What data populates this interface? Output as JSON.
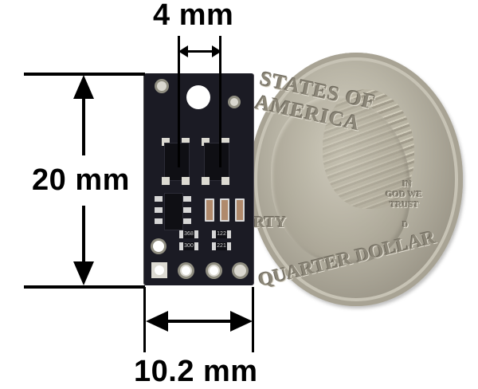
{
  "image": {
    "subject": "Small black PCB sensor module next to a US quarter dollar coin for scale",
    "dimensions": {
      "sensor_spacing": "4 mm",
      "height": "20 mm",
      "width": "10.2 mm"
    },
    "coin": {
      "top_text": "STATES OF AMERICA",
      "bottom_text": "QUARTER DOLLAR",
      "left_text": "RTY",
      "motto": [
        "IN",
        "GOD WE",
        "TRUST"
      ],
      "mint_mark": "D"
    },
    "components": {
      "resistor_markings": [
        "368",
        "122",
        "300",
        "221"
      ]
    },
    "colors": {
      "background": "#ffffff",
      "pcb": "#1b1b24",
      "annotation": "#000000",
      "coin_silver": "#b9b5a6"
    }
  }
}
